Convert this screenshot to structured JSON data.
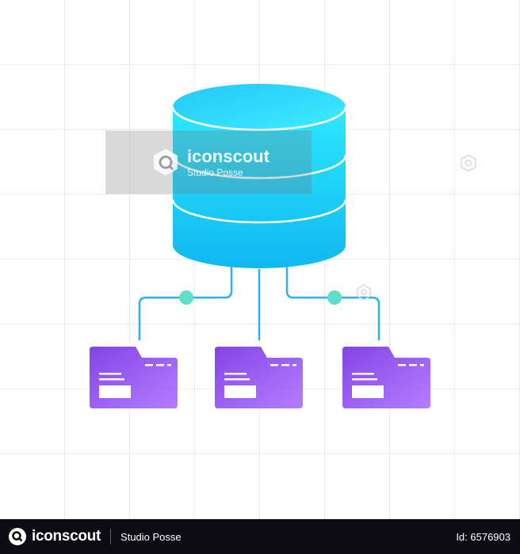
{
  "watermark": {
    "brand": "iconscout",
    "author": "Studio Posse"
  },
  "footer": {
    "brand": "iconscout",
    "author": "Studio Posse",
    "asset_id": "Id: 6576903"
  },
  "colors": {
    "database_top": "#2ee8ff",
    "database_bottom": "#10b8f0",
    "folder_start": "#8a4de8",
    "folder_end": "#b07cff",
    "connector_line": "#2ab0f0",
    "connector_node": "#5ee0c8",
    "footer_bg": "#0c0c12"
  },
  "icons": {
    "database": "database-cylinder-icon",
    "folder": "folder-icon",
    "logo": "iconscout-logo-icon"
  }
}
